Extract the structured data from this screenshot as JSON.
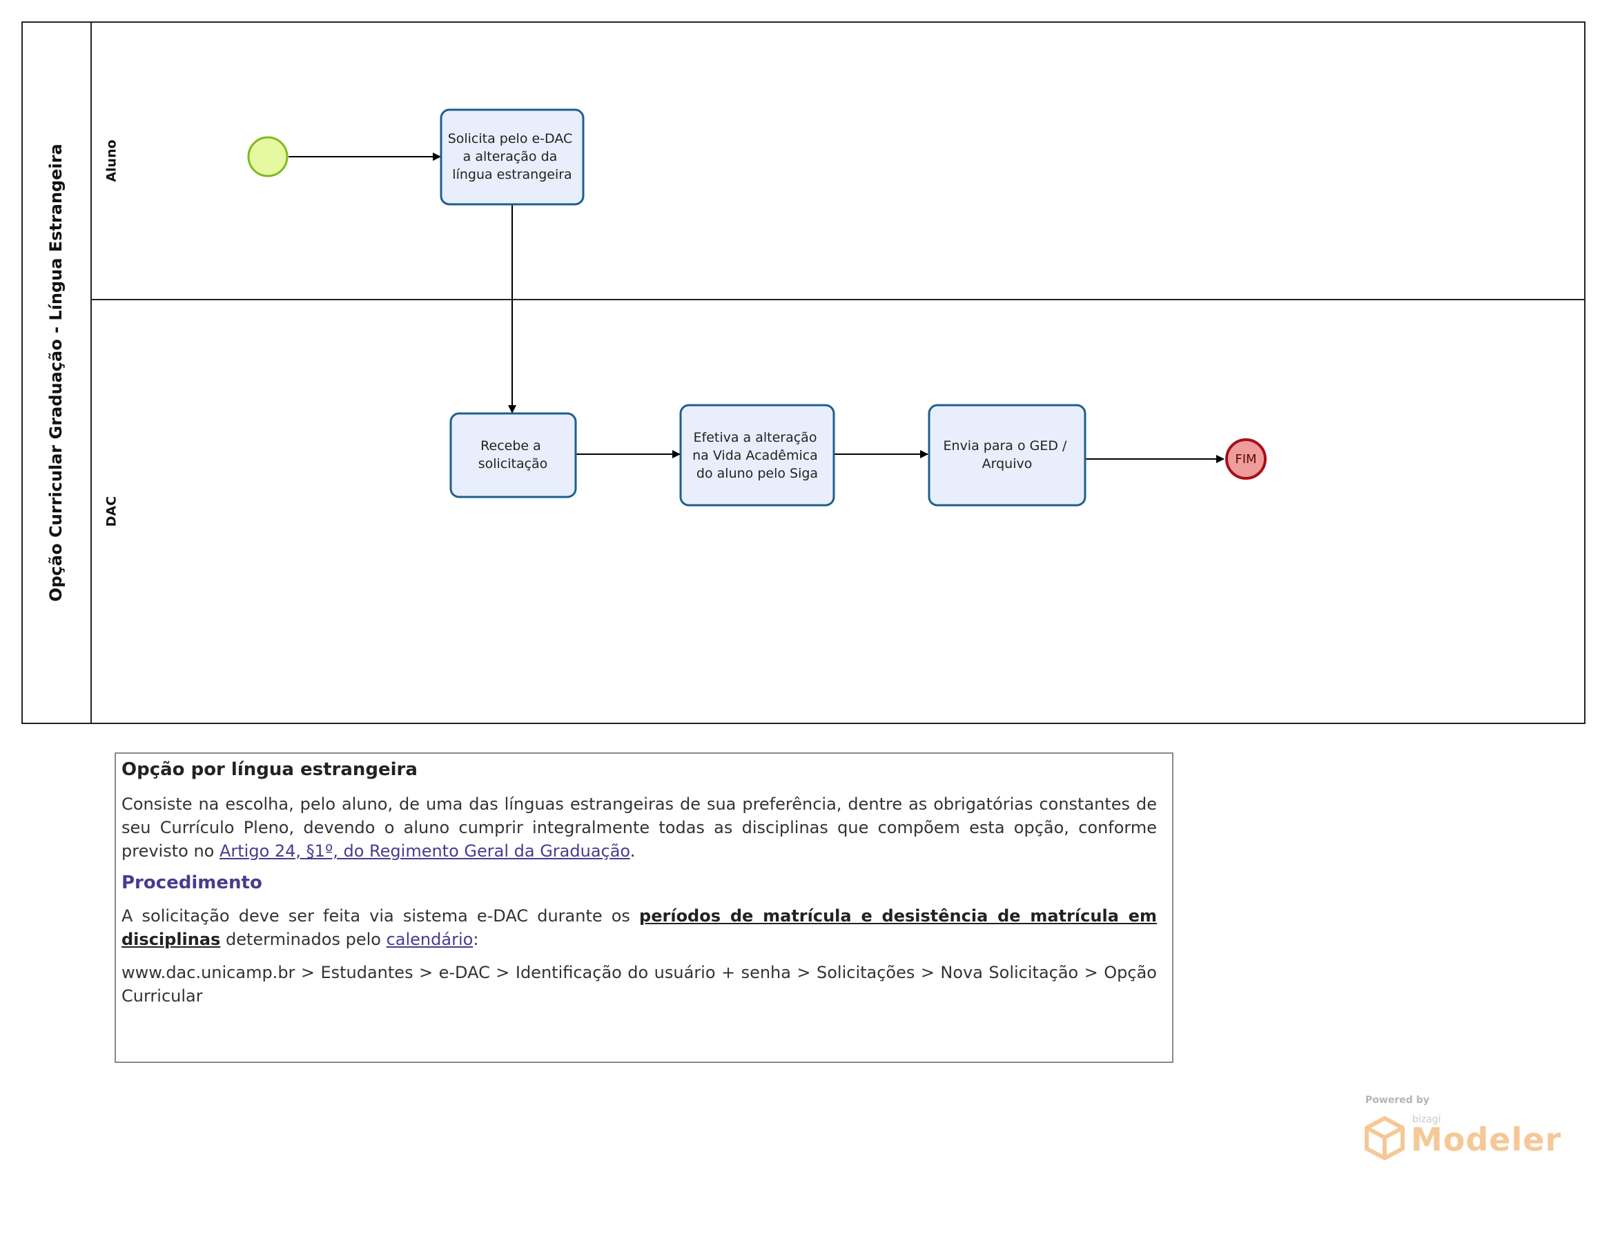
{
  "diagram": {
    "pool_title": "Opção Curricular Graduação - Língua Estrangeira",
    "lanes": [
      {
        "label": "Aluno"
      },
      {
        "label": "DAC"
      }
    ],
    "tasks": [
      {
        "lines": [
          "Solicita pelo e-DAC",
          "a alteração da",
          "língua estrangeira"
        ]
      },
      {
        "lines": [
          "Recebe a",
          "solicitação"
        ]
      },
      {
        "lines": [
          "Efetiva a alteração",
          "na Vida Acadêmica",
          "do aluno pelo Siga"
        ]
      },
      {
        "lines": [
          "Envia para o GED /",
          "Arquivo"
        ]
      }
    ],
    "end_event_label": "FIM",
    "colors": {
      "task_fill": "#e8eefb",
      "task_stroke": "#1d5f8e",
      "start_fill": "#e6f9a0",
      "start_stroke": "#7dbb1e",
      "end_fill": "#ef9c9c",
      "end_stroke": "#a80f18"
    }
  },
  "note": {
    "title": "Opção por língua estrangeira",
    "paragraph1_text": "Consiste na escolha, pelo aluno, de uma das línguas estrangeiras de sua preferência, dentre as obrigatórias constantes de seu Currículo Pleno, devendo o aluno cumprir integralmente todas as disciplinas que compõem esta opção, conforme previsto no ",
    "paragraph1_link": "Artigo 24, §1º, do Regimento Geral da Graduação",
    "paragraph1_end": ".",
    "section_title": "Procedimento",
    "paragraph2_text": "A solicitação deve ser feita via sistema e-DAC durante os ",
    "paragraph2_strong": "períodos de matrícula e desistência de matrícula em disciplinas",
    "paragraph2_mid": " determinados pelo ",
    "paragraph2_link": "calendário",
    "paragraph2_end": ":",
    "paragraph3": "www.dac.unicamp.br > Estudantes > e-DAC > Identificação do usuário + senha > Solicitações > Nova Solicitação > Opção Curricular"
  },
  "logo": {
    "powered_by": "Powered by",
    "brand": "bizagi",
    "product": "Modeler",
    "accent_color": "#f5c896"
  }
}
